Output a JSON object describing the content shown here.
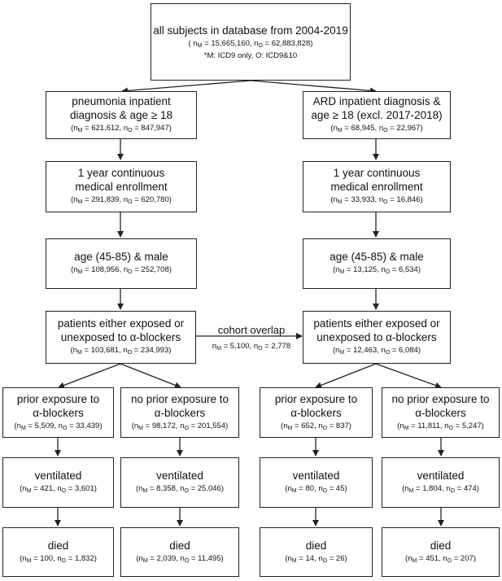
{
  "top": {
    "title": "all subjects in database from 2004-2019",
    "counts": {
      "m": "15,665,160",
      "o": "62,883,828"
    },
    "note": "*M: ICD9 only, O: ICD9&10"
  },
  "left": {
    "l1": {
      "title": [
        "pneumonia inpatient",
        "diagnosis & age ≥ 18"
      ],
      "counts": {
        "m": "621,612",
        "o": "847,947"
      }
    },
    "l2": {
      "title": [
        "1 year continuous",
        "medical enrollment"
      ],
      "counts": {
        "m": "291,839",
        "o": "620,780"
      }
    },
    "l3": {
      "title": [
        "age (45-85) & male"
      ],
      "counts": {
        "m": "108,956",
        "o": "252,708"
      }
    },
    "l4": {
      "title": [
        "patients either exposed or",
        "unexposed to α-blockers"
      ],
      "counts": {
        "m": "103,681",
        "o": "234,993"
      }
    }
  },
  "right": {
    "l1": {
      "title": [
        "ARD inpatient diagnosis &",
        "age ≥ 18 (excl. 2017-2018)"
      ],
      "counts": {
        "m": "68,945",
        "o": "22,967"
      }
    },
    "l2": {
      "title": [
        "1 year continuous",
        "medical enrollment"
      ],
      "counts": {
        "m": "33,933",
        "o": "16,846"
      }
    },
    "l3": {
      "title": [
        "age (45-85) & male"
      ],
      "counts": {
        "m": "13,125",
        "o": "6,534"
      }
    },
    "l4": {
      "title": [
        "patients either exposed or",
        "unexposed to α-blockers"
      ],
      "counts": {
        "m": "12,463",
        "o": "6,084"
      }
    }
  },
  "overlap": {
    "title": "cohort overlap",
    "counts": {
      "m": "5,100",
      "o": "2,778"
    }
  },
  "leaves": {
    "col1": {
      "exposure": {
        "title": [
          "prior exposure to",
          "α-blockers"
        ],
        "counts": {
          "m": "5,509",
          "o": "33,439"
        }
      },
      "ventilated": {
        "title": [
          "ventilated"
        ],
        "counts": {
          "m": "421",
          "o": "3,601"
        }
      },
      "died": {
        "title": [
          "died"
        ],
        "counts": {
          "m": "100",
          "o": "1,832"
        }
      }
    },
    "col2": {
      "exposure": {
        "title": [
          "no prior exposure to",
          "α-blockers"
        ],
        "counts": {
          "m": "98,172",
          "o": "201,554"
        }
      },
      "ventilated": {
        "title": [
          "ventilated"
        ],
        "counts": {
          "m": "8,358",
          "o": "25,046"
        }
      },
      "died": {
        "title": [
          "died"
        ],
        "counts": {
          "m": "2,039",
          "o": "11,495"
        }
      }
    },
    "col3": {
      "exposure": {
        "title": [
          "prior exposure to",
          "α-blockers"
        ],
        "counts": {
          "m": "652",
          "o": "837"
        }
      },
      "ventilated": {
        "title": [
          "ventilated"
        ],
        "counts": {
          "m": "80",
          "o": "45"
        }
      },
      "died": {
        "title": [
          "died"
        ],
        "counts": {
          "m": "14",
          "o": "26"
        }
      }
    },
    "col4": {
      "exposure": {
        "title": [
          "no prior exposure to",
          "α-blockers"
        ],
        "counts": {
          "m": "11,811",
          "o": "5,247"
        }
      },
      "ventilated": {
        "title": [
          "ventilated"
        ],
        "counts": {
          "m": "1,804",
          "o": "474"
        }
      },
      "died": {
        "title": [
          "died"
        ],
        "counts": {
          "m": "451",
          "o": "207"
        }
      }
    }
  },
  "labels": {
    "n": "n",
    "m_sub": "M",
    "o_sub": "O",
    "eq": " = ",
    "sep": ", "
  }
}
